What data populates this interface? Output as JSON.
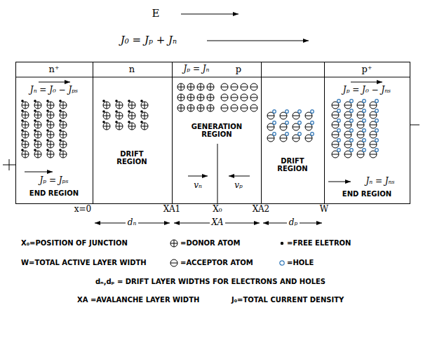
{
  "diagram": {
    "nodes": [
      {
        "text": [
          "n⁺",
          "Jₙ = J₀ − Jₚₛ",
          "Jₚ = Jₚₛ",
          "END REGION"
        ]
      },
      {
        "text": [
          "n",
          "DRIFT REGION"
        ]
      },
      {
        "text": [
          "Jₚ = Jₙ",
          "p",
          "GENERATION REGION",
          "vₙ",
          "vₚ"
        ]
      },
      {
        "text": [
          "DRIFT REGION"
        ]
      },
      {
        "text": [
          "p⁺",
          "Jₚ = J₀ − Jₙₛ",
          "Jₙ = Jₙₛ",
          "END REGION"
        ]
      }
    ],
    "labels": [
      "E",
      "J₀ = Jₚ + Jₙ",
      "x=0",
      "XA1",
      "X₀",
      "XA2",
      "W",
      "dₙ",
      "XA",
      "dₚ",
      "X₀=POSITION OF JUNCTION",
      "W=TOTAL ACTIVE LAYER WIDTH",
      "dₙ,dₚ = DRIFT LAYER WIDTHS FOR ELECTRONS AND HOLES",
      "XA =AVALANCHE LAYER WIDTH",
      "J₀=TOTAL CURRENT DENSITY"
    ],
    "legend": [
      {
        "text": "=DONOR ATOM"
      },
      {
        "text": "=FREE ELETRON"
      },
      {
        "text": "=ACCEPTOR ATOM"
      },
      {
        "text": "=HOLE"
      }
    ]
  }
}
